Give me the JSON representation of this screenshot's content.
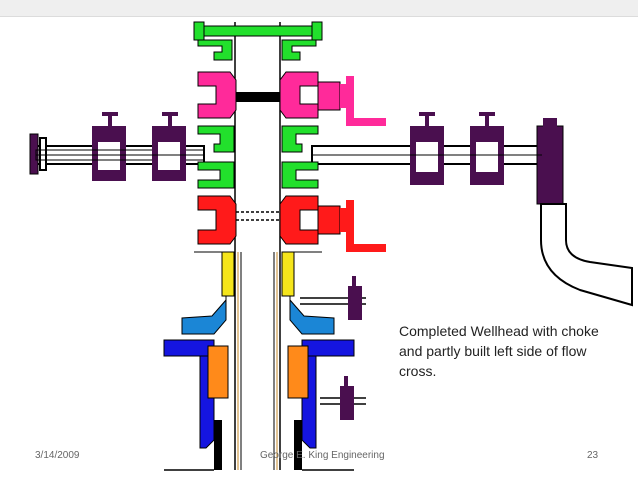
{
  "slide": {
    "caption_lines": [
      "Completed Wellhead with choke",
      "and partly built left side of flow",
      "cross."
    ],
    "footer": {
      "date": "3/14/2009",
      "author": "George E. King Engineering",
      "page": "23"
    }
  },
  "colors": {
    "background": "#ffffff",
    "top_bar": "#efefef",
    "top_flange": "#22e02c",
    "upper_valve": "#ff2a9a",
    "middle_flange": "#22e02c",
    "lower_valve": "#ff1a1a",
    "tubing_head": "#1b86d6",
    "casing_head": "#1515e0",
    "packoff_yellow": "#f5e51b",
    "packoff_orange": "#ff8a1a",
    "side_valves": "#4a0f4f",
    "piping": "#000000"
  },
  "icons": {
    "choke_handle": "l-shaped-handwheel",
    "gate_valve": "t-handle-valve"
  }
}
